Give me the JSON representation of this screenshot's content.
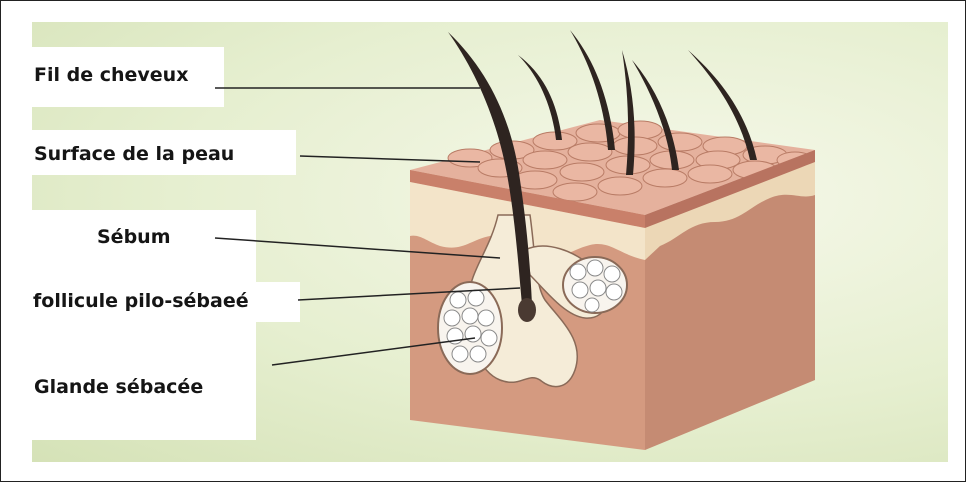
{
  "labels": {
    "hair": "Fil de cheveux",
    "skin_surface": "Surface de la peau",
    "sebum": "Sébum",
    "follicle": "follicule pilo-sébaeé",
    "gland": "Glande sébacée"
  },
  "colors": {
    "skin_side": "#c58b73",
    "skin_front": "#d49a80",
    "skin_top": "#e5b19d",
    "dermis_cream": "#f3e4c9",
    "hair": "#2e2420",
    "gland": "#f4efe6",
    "background": "#e6efd0"
  }
}
